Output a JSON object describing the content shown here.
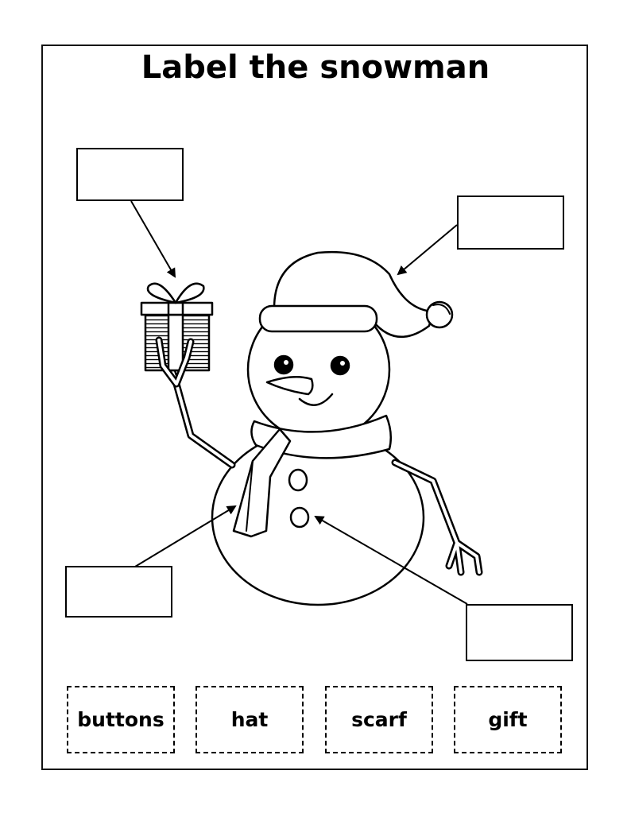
{
  "worksheet": {
    "title": "Label the snowman",
    "answer_boxes": [
      {
        "points_to": "gift"
      },
      {
        "points_to": "hat"
      },
      {
        "points_to": "scarf"
      },
      {
        "points_to": "buttons"
      }
    ],
    "word_bank": [
      "buttons",
      "hat",
      "scarf",
      "gift"
    ]
  }
}
